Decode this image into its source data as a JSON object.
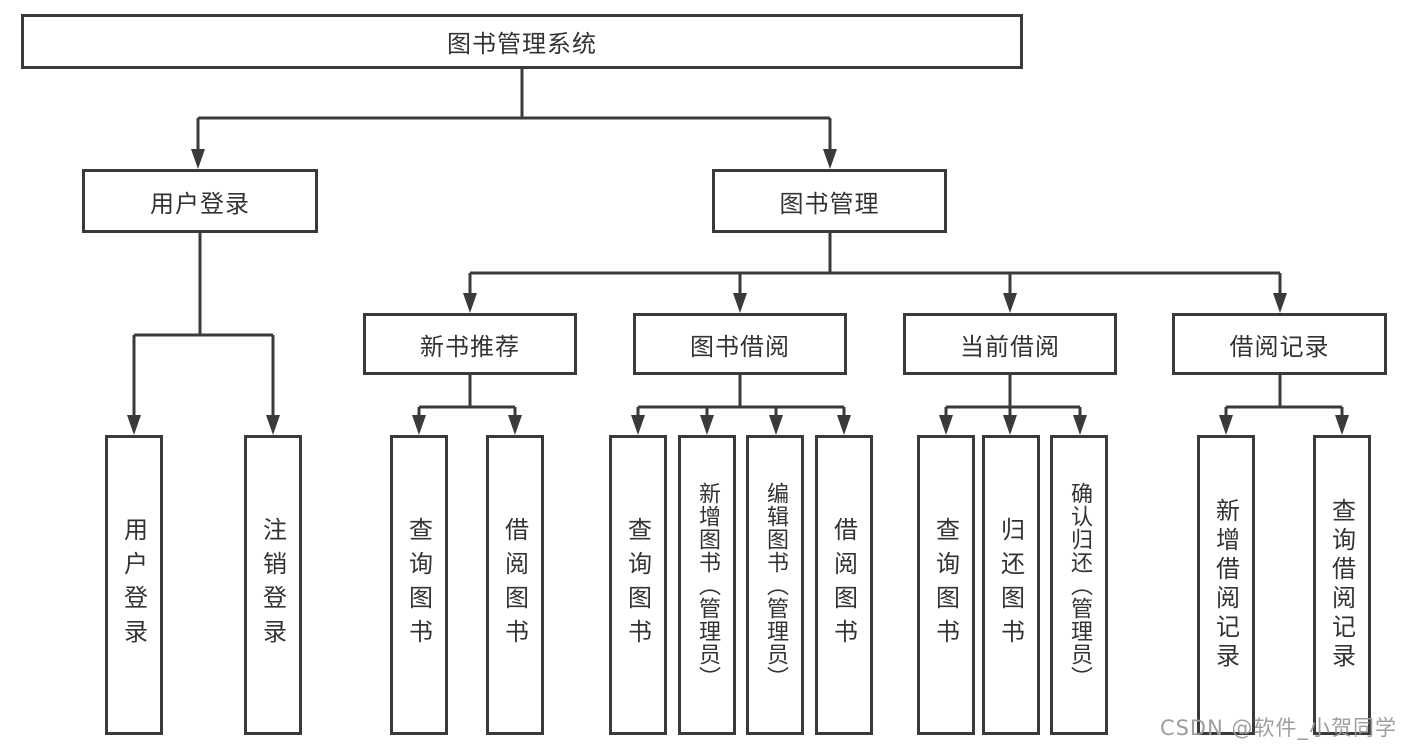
{
  "tree": {
    "label": "图书管理系统",
    "children": [
      {
        "label": "用户登录",
        "children": [
          {
            "label": "用户登录"
          },
          {
            "label": "注销登录"
          }
        ]
      },
      {
        "label": "图书管理",
        "children": [
          {
            "label": "新书推荐",
            "children": [
              {
                "label": "查询图书"
              },
              {
                "label": "借阅图书"
              }
            ]
          },
          {
            "label": "图书借阅",
            "children": [
              {
                "label": "查询图书"
              },
              {
                "label": "新增图书（管理员）"
              },
              {
                "label": "编辑图书（管理员）"
              },
              {
                "label": "借阅图书"
              }
            ]
          },
          {
            "label": "当前借阅",
            "children": [
              {
                "label": "查询图书"
              },
              {
                "label": "归还图书"
              },
              {
                "label": "确认归还（管理员）"
              }
            ]
          },
          {
            "label": "借阅记录",
            "children": [
              {
                "label": "新增借阅记录"
              },
              {
                "label": "查询借阅记录"
              }
            ]
          }
        ]
      }
    ]
  },
  "watermark": "CSDN @软件_小贺同学",
  "colors": {
    "line": "#3a3a3a",
    "text": "#333333",
    "watermark": "#9e9e9e"
  }
}
